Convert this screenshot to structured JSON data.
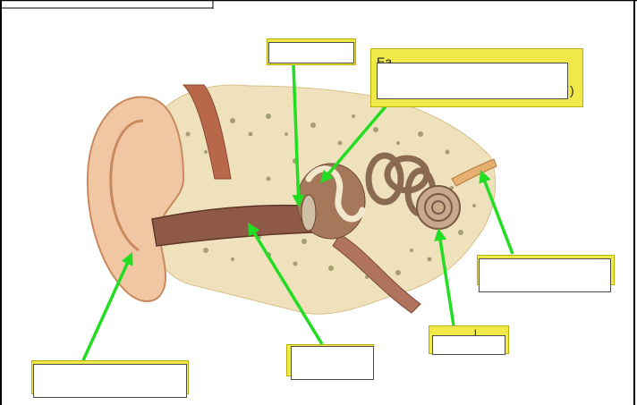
{
  "diagram": {
    "subject": "ear-anatomy",
    "peek_text": {
      "top_right_prefix": "Ea",
      "top_right_suffix": ")",
      "bottom_mid_fragment": "l"
    },
    "colors": {
      "arrow": "#22dd22",
      "label_fill": "#ffffff",
      "label_shadow": "#f1e94a",
      "skin": "#f0c7a2",
      "bone": "#efe1bb",
      "canal": "#8f5a45"
    },
    "labels": [
      {
        "id": "label-eardrum",
        "text": ""
      },
      {
        "id": "label-ossicles",
        "text": ""
      },
      {
        "id": "label-auditory-nerve",
        "text": ""
      },
      {
        "id": "label-cochlea",
        "text": ""
      },
      {
        "id": "label-ear-canal",
        "text": ""
      },
      {
        "id": "label-outer-ear",
        "text": ""
      }
    ]
  }
}
